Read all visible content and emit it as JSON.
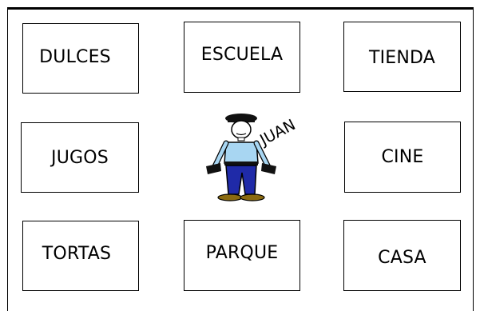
{
  "cards": {
    "dulces": "DULCES",
    "escuela": "ESCUELA",
    "tienda": "TIENDA",
    "jugos": "JUGOS",
    "cine": "CINE",
    "tortas": "TORTAS",
    "parque": "PARQUE",
    "casa": "CASA"
  },
  "character": {
    "name": "JUAN",
    "icon": "boy-with-cap-icon"
  },
  "colors": {
    "shirt": "#a8d6f2",
    "pants": "#1f2aa8",
    "cap": "#111111",
    "shoes": "#8a6a10"
  }
}
